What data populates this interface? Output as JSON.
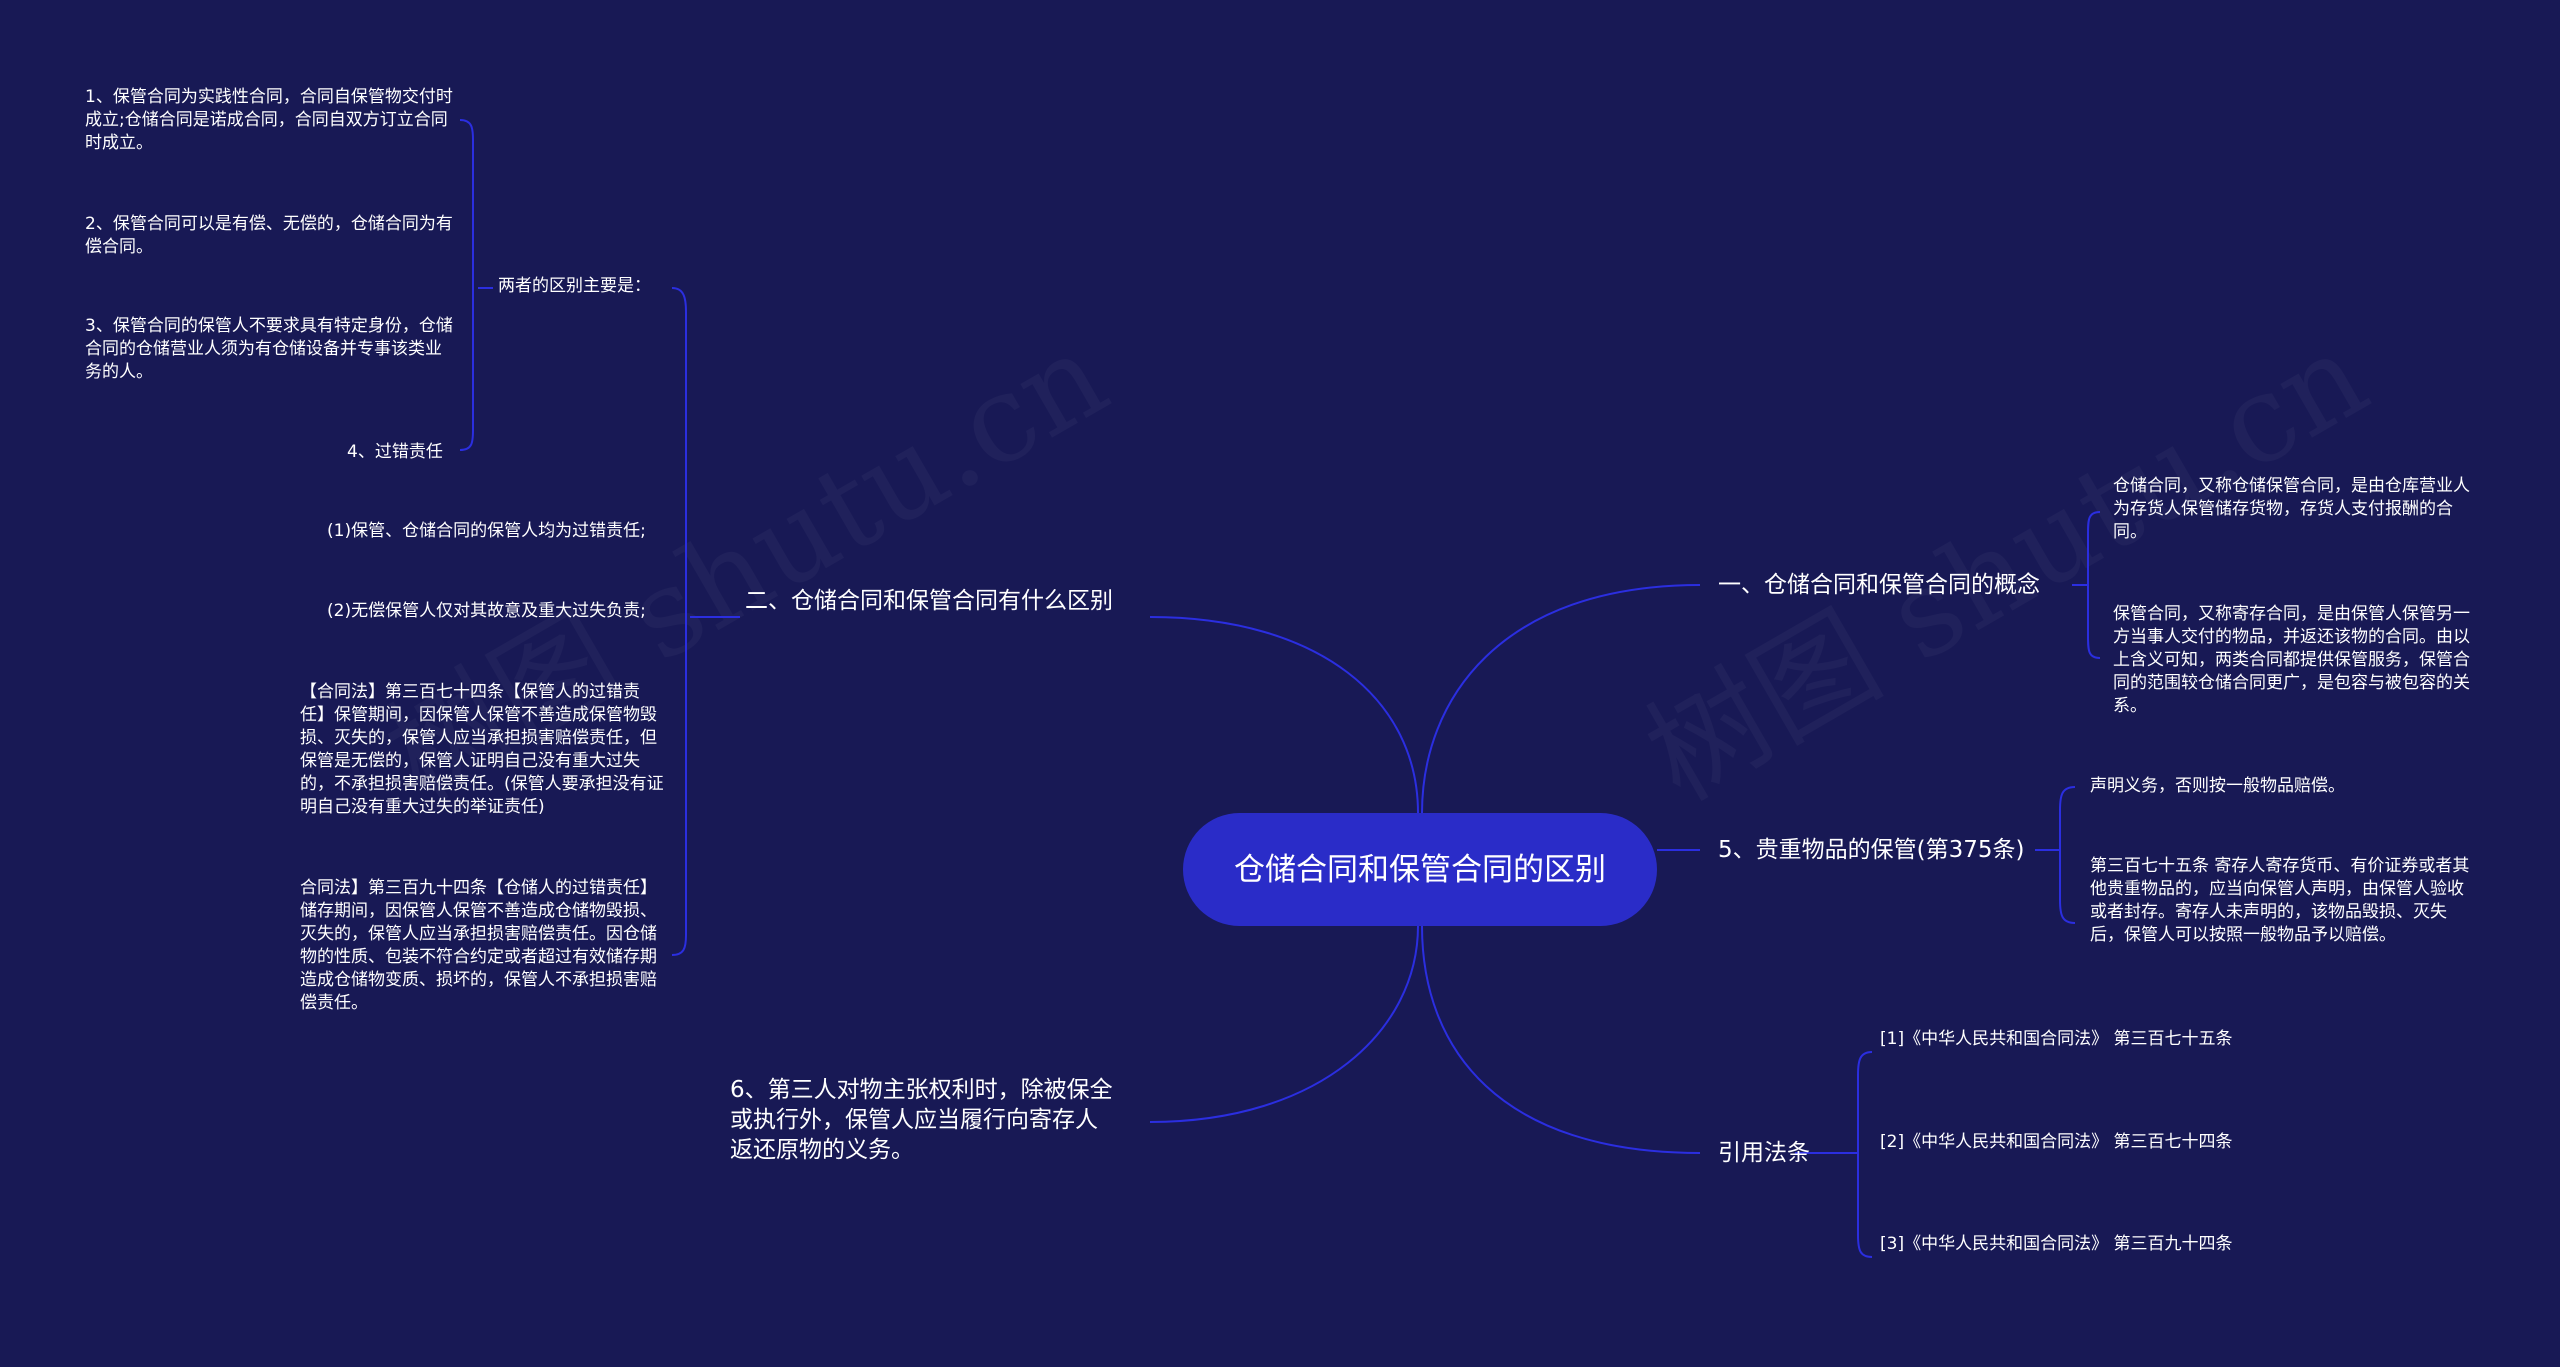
{
  "colors": {
    "background": "#181955",
    "center_fill": "#2a2cc8",
    "link": "#2b2ee0",
    "text": "#ffffff"
  },
  "watermark": "树图 shutu.cn",
  "center": "仓储合同和保管合同的区别",
  "right": {
    "concept": {
      "label": "一、仓储合同和保管合同的概念",
      "children": [
        "仓储合同，又称仓储保管合同，是由仓库营业人为存货人保管储存货物，存货人支付报酬的合同。",
        "保管合同，又称寄存合同，是由保管人保管另一方当事人交付的物品，并返还该物的合同。由以上含义可知，两类合同都提供保管服务，保管合同的范围较仓储合同更广，是包容与被包容的关系。"
      ]
    },
    "valuable": {
      "label": "5、贵重物品的保管(第375条)",
      "children": [
        "声明义务，否则按一般物品赔偿。",
        "第三百七十五条 寄存人寄存货币、有价证券或者其他贵重物品的，应当向保管人声明，由保管人验收或者封存。寄存人未声明的，该物品毁损、灭失后，保管人可以按照一般物品予以赔偿。"
      ]
    },
    "refs": {
      "label": "引用法条",
      "children": [
        "[1]《中华人民共和国合同法》 第三百七十五条",
        "[2]《中华人民共和国合同法》 第三百七十四条",
        "[3]《中华人民共和国合同法》 第三百九十四条"
      ]
    }
  },
  "left": {
    "diff": {
      "label": "二、仓储合同和保管合同有什么区别",
      "children": [
        "两者的区别主要是：",
        "4、过错责任",
        "(1)保管、仓储合同的保管人均为过错责任;",
        "(2)无偿保管人仅对其故意及重大过失负责;",
        "【合同法】第三百七十四条【保管人的过错责任】保管期间，因保管人保管不善造成保管物毁损、灭失的，保管人应当承担损害赔偿责任，但保管是无偿的，保管人证明自己没有重大过失的，不承担损害赔偿责任。(保管人要承担没有证明自己没有重大过失的举证责任)",
        "合同法】第三百九十四条【仓储人的过错责任】储存期间，因保管人保管不善造成仓储物毁损、灭失的，保管人应当承担损害赔偿责任。因仓储物的性质、包装不符合约定或者超过有效储存期造成仓储物变质、损坏的，保管人不承担损害赔偿责任。"
      ],
      "sub_children": [
        "1、保管合同为实践性合同，合同自保管物交付时成立;仓储合同是诺成合同，合同自双方订立合同时成立。",
        "2、保管合同可以是有偿、无偿的，仓储合同为有偿合同。",
        "3、保管合同的保管人不要求具有特定身份，仓储合同的仓储营业人须为有仓储设备并专事该类业务的人。"
      ]
    },
    "third": {
      "label": "6、第三人对物主张权利时，除被保全或执行外，保管人应当履行向寄存人返还原物的义务。"
    }
  }
}
